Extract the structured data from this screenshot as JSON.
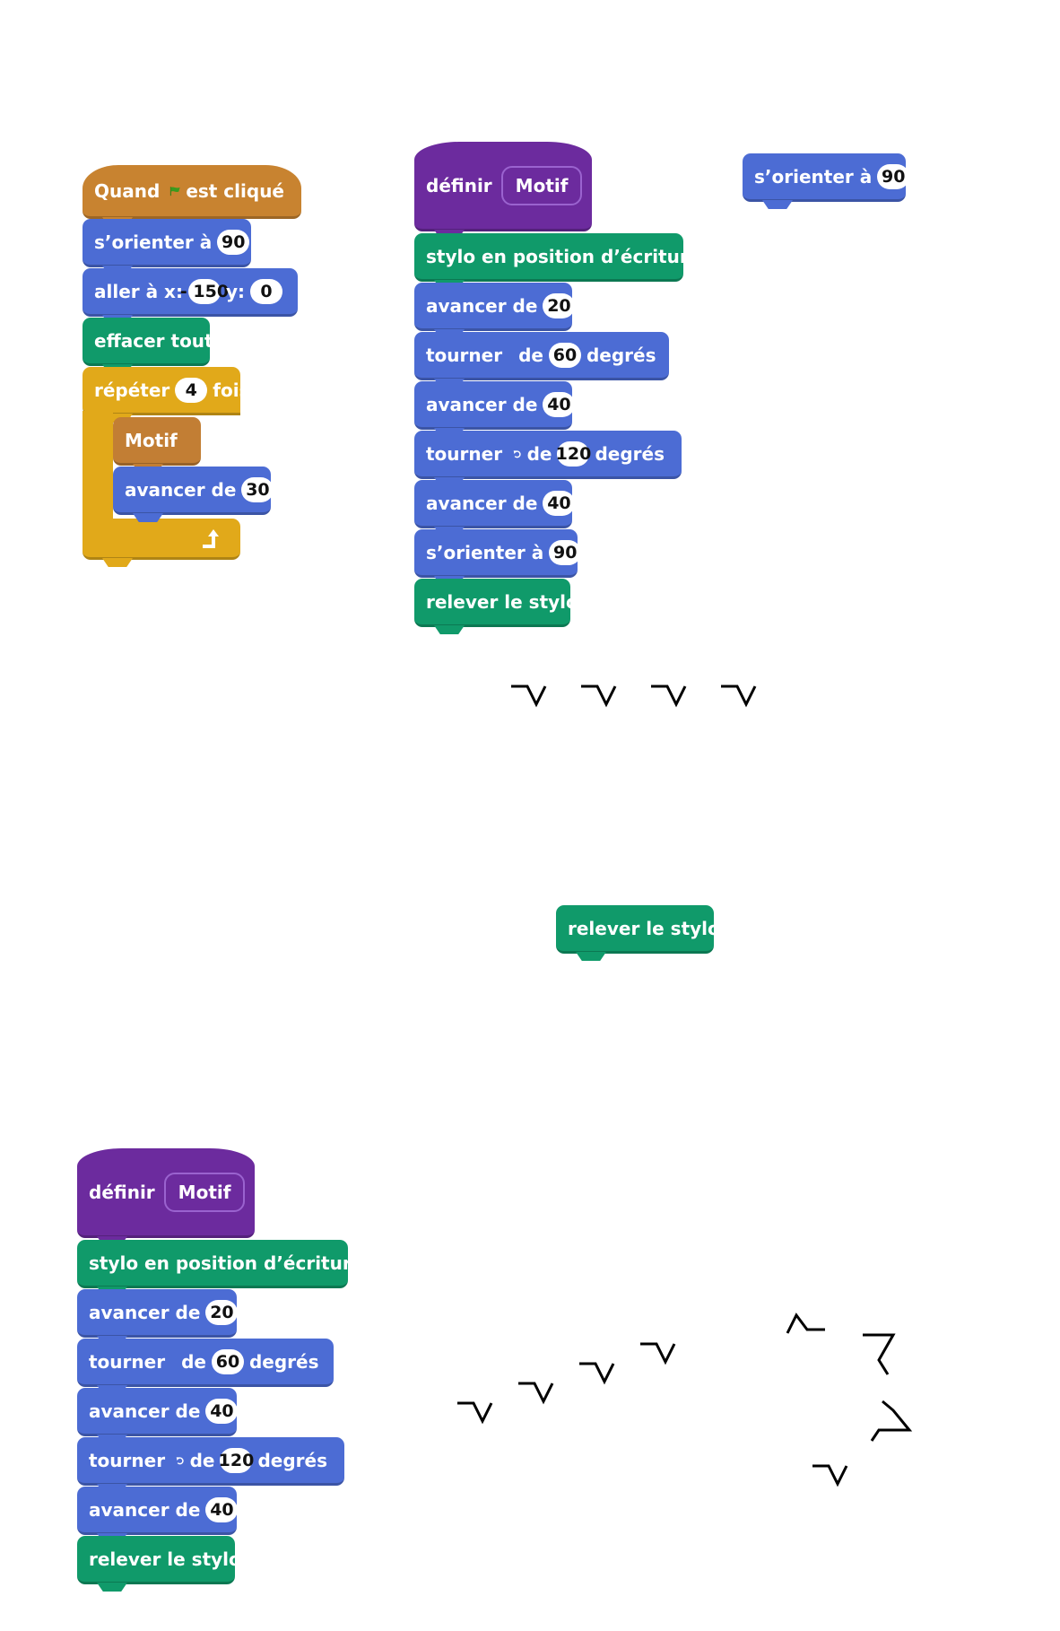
{
  "script_main": {
    "when_flag": {
      "prefix": "Quand",
      "suffix": "est cliqué",
      "icon": "green-flag-icon"
    },
    "point_dir": {
      "label": "s’orienter à",
      "value": "90"
    },
    "goto": {
      "label_x": "aller à x:",
      "x": "- 150",
      "label_y": "y:",
      "y": "0"
    },
    "clear": {
      "label": "effacer tout"
    },
    "repeat": {
      "label": "répéter",
      "times": "4",
      "suffix": "fois",
      "loop_icon": "loop-arrow-icon"
    },
    "motif_call": {
      "label": "Motif"
    },
    "move": {
      "label": "avancer de",
      "value": "30"
    }
  },
  "define_top": {
    "define_label": "définir",
    "name": "Motif",
    "pen_down": "stylo en position d’écriture",
    "move1": {
      "label": "avancer de",
      "value": "20"
    },
    "turn_right": {
      "label": "tourner",
      "de": "de",
      "value": "60",
      "unit": "degrés",
      "icon": "rotate-clockwise-icon"
    },
    "move2": {
      "label": "avancer de",
      "value": "40"
    },
    "turn_left": {
      "label": "tourner",
      "de": "de",
      "value": "120",
      "unit": "degrés",
      "icon": "rotate-counterclockwise-icon"
    },
    "move3": {
      "label": "avancer de",
      "value": "40"
    },
    "point_dir": {
      "label": "s’orienter à",
      "value": "90"
    },
    "pen_up": "relever le stylo"
  },
  "loose_point": {
    "label": "s’orienter à",
    "value": "90"
  },
  "loose_pen_up": "relever le stylo",
  "define_bottom": {
    "define_label": "définir",
    "name": "Motif",
    "pen_down": "stylo en position d’écriture",
    "move1": {
      "label": "avancer de",
      "value": "20"
    },
    "turn_right": {
      "label": "tourner",
      "de": "de",
      "value": "60",
      "unit": "degrés",
      "icon": "rotate-clockwise-icon"
    },
    "move2": {
      "label": "avancer de",
      "value": "40"
    },
    "turn_left": {
      "label": "tourner",
      "de": "de",
      "value": "120",
      "unit": "degrés",
      "icon": "rotate-counterclockwise-icon"
    },
    "move3": {
      "label": "avancer de",
      "value": "40"
    },
    "pen_up": "relever le stylo"
  },
  "colors": {
    "motion": "#4c6cd4",
    "pen": "#109a6a",
    "events": "#c88330",
    "control": "#e1a91a",
    "define": "#6c2b9e",
    "flag": "#3a9a1e"
  }
}
